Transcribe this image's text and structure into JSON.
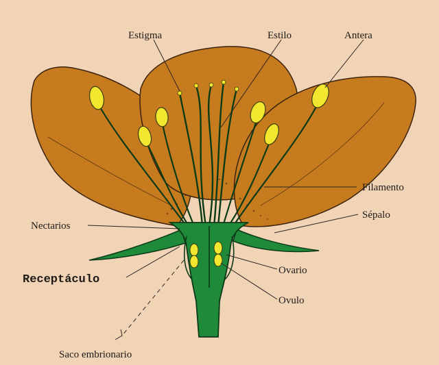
{
  "colors": {
    "background": "#f1d3b6",
    "petal": "#c77b1f",
    "petal_outline": "#3a220c",
    "pistil": "#1f8a3a",
    "pistil_outline": "#0b3a17",
    "anther": "#f3e62e",
    "leader": "#2a2420"
  },
  "labels": {
    "estigma": "Estigma",
    "estilo": "Estilo",
    "antera": "Antera",
    "filamento": "Filamento",
    "sepalo": "Sépalo",
    "nectarios": "Nectarios",
    "receptaculo": "Receptáculo",
    "ovario": "Ovario",
    "ovulo": "Ovulo",
    "saco": "Saco embrionario"
  }
}
